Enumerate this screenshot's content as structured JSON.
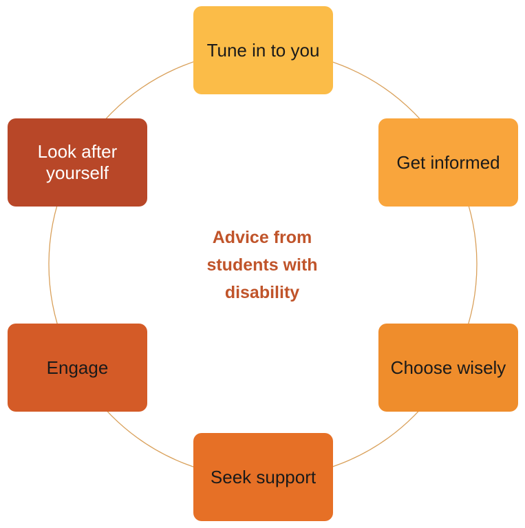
{
  "center_title": "Advice from\nstudents with\ndisability",
  "nodes": [
    {
      "label": "Tune in to you",
      "color": "#FBBC48"
    },
    {
      "label": "Get informed",
      "color": "#F9A53C"
    },
    {
      "label": "Choose wisely",
      "color": "#EF8D2C"
    },
    {
      "label": "Seek support",
      "color": "#E67026"
    },
    {
      "label": "Engage",
      "color": "#D45B27"
    },
    {
      "label": "Look after\nyourself",
      "color": "#B84728"
    }
  ],
  "colors": {
    "center_text": "#C0542A",
    "ring": "#D9A05A"
  }
}
